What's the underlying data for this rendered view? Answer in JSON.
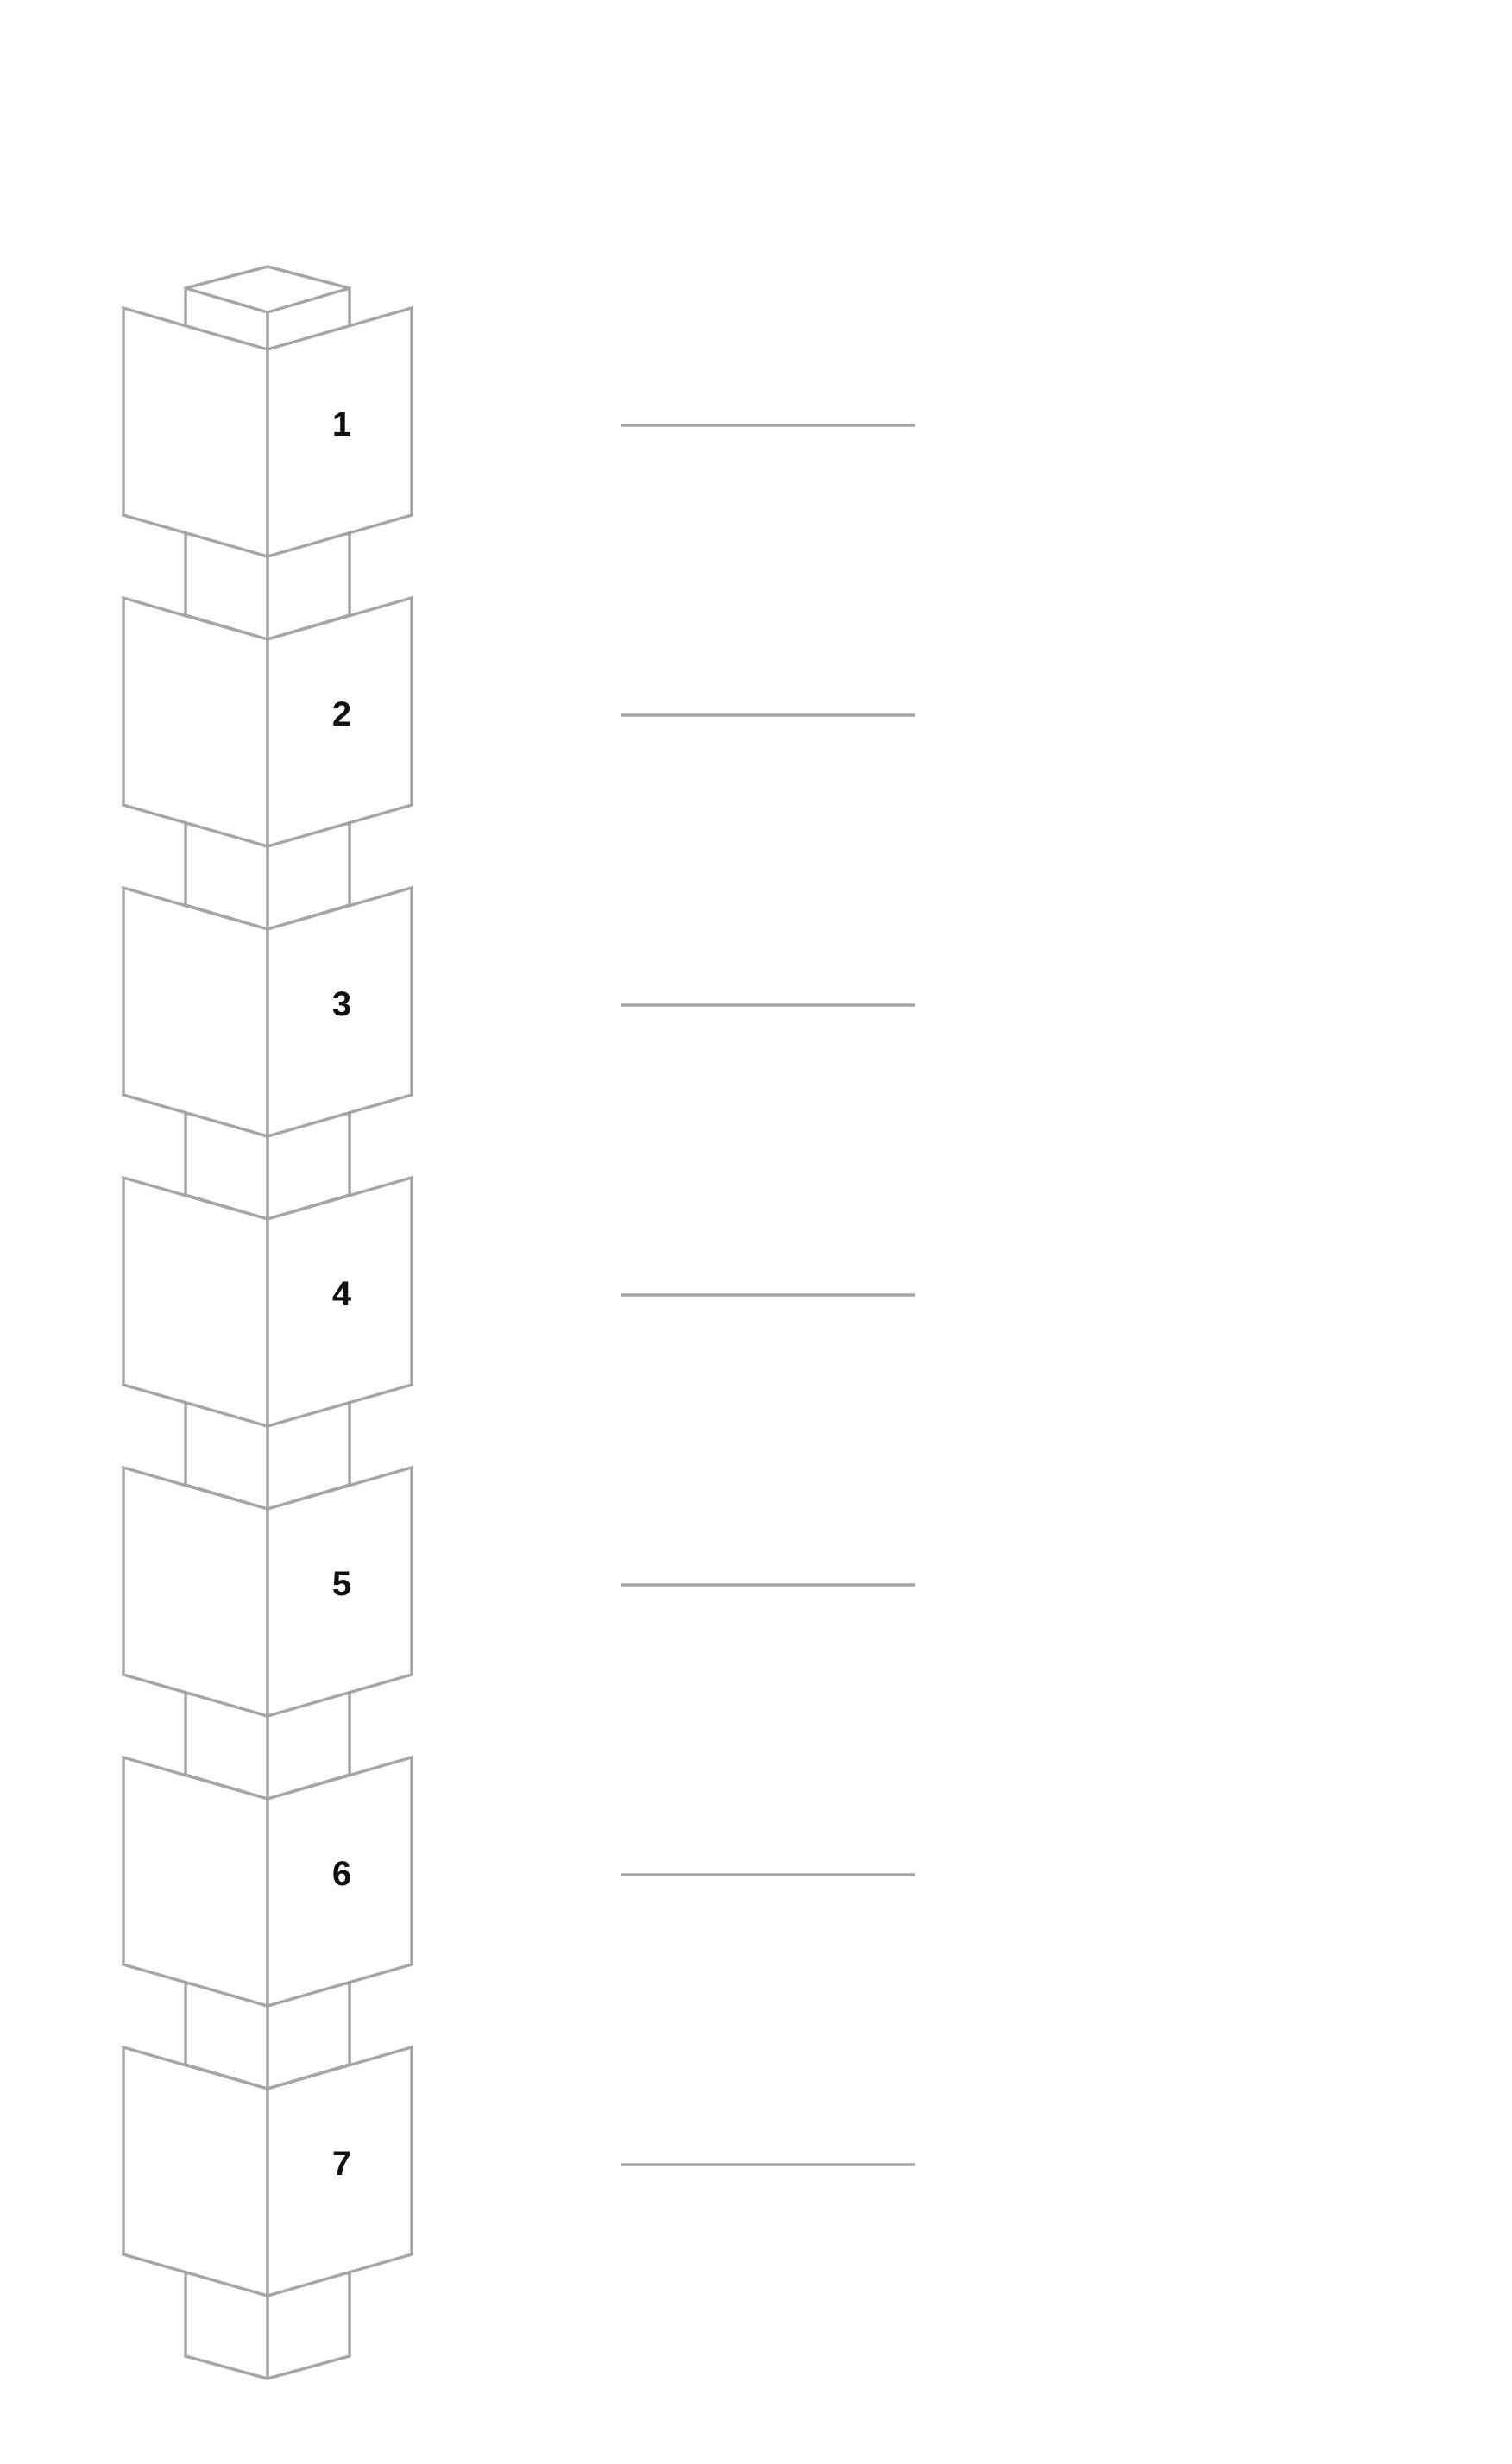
{
  "diagram": {
    "stroke_color": "#a6a6a6",
    "label_color": "#111111",
    "background": "#ffffff",
    "modules": [
      {
        "label": "1"
      },
      {
        "label": "2"
      },
      {
        "label": "3"
      },
      {
        "label": "4"
      },
      {
        "label": "5"
      },
      {
        "label": "6"
      },
      {
        "label": "7"
      }
    ]
  }
}
